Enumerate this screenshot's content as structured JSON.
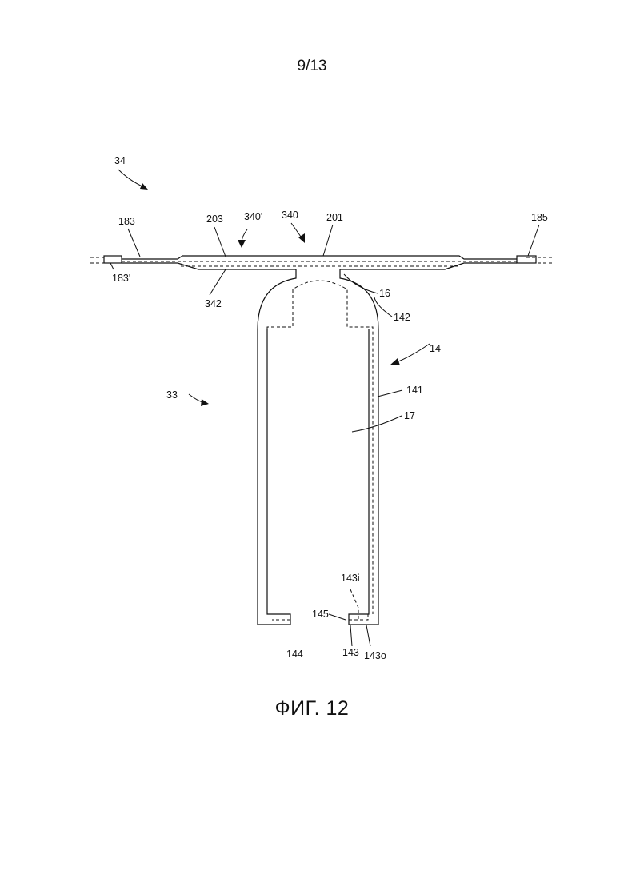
{
  "page": {
    "number": "9/13"
  },
  "figure": {
    "caption": "ФИГ. 12",
    "labels": {
      "l34": "34",
      "l183": "183",
      "l183p": "183'",
      "l203": "203",
      "l340p": "340'",
      "l340": "340",
      "l201": "201",
      "l185": "185",
      "l342": "342",
      "l16": "16",
      "l142": "142",
      "l14": "14",
      "l141": "141",
      "l33": "33",
      "l17": "17",
      "l143i": "143i",
      "l145": "145",
      "l144": "144",
      "l143": "143",
      "l143o": "143o"
    }
  }
}
